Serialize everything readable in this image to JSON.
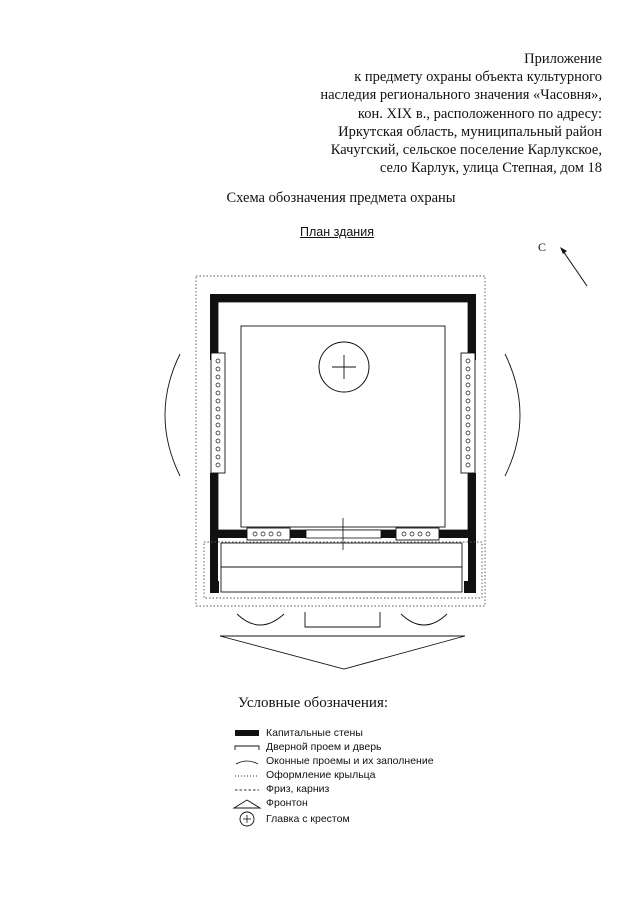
{
  "appendix": {
    "lines": [
      "Приложение",
      "к предмету охраны объекта культурного",
      "наследия регионального значения «Часовня»,",
      "кон. XIX в., расположенного по адресу:",
      "Иркутская область, муниципальный район",
      "Качугский, сельское поселение Карлукское,",
      "село Карлук, улица Степная, дом 18"
    ]
  },
  "scheme_title": "Схема обозначения предмета охраны",
  "plan_title": "План здания",
  "north_label": "С",
  "legend": {
    "title": "Условные обозначения:",
    "items": [
      {
        "label": "Капитальные стены",
        "symbol": "wall"
      },
      {
        "label": "Дверной проем и дверь",
        "symbol": "door"
      },
      {
        "label": "Оконные проемы и их заполнение",
        "symbol": "window"
      },
      {
        "label": "Оформление крыльца",
        "symbol": "porch"
      },
      {
        "label": "Фриз, карниз",
        "symbol": "frieze"
      },
      {
        "label": "Фронтон",
        "symbol": "pediment"
      },
      {
        "label": "Главка с крестом",
        "symbol": "dome-cross"
      }
    ]
  },
  "colors": {
    "ink": "#111111",
    "paper": "#ffffff"
  }
}
